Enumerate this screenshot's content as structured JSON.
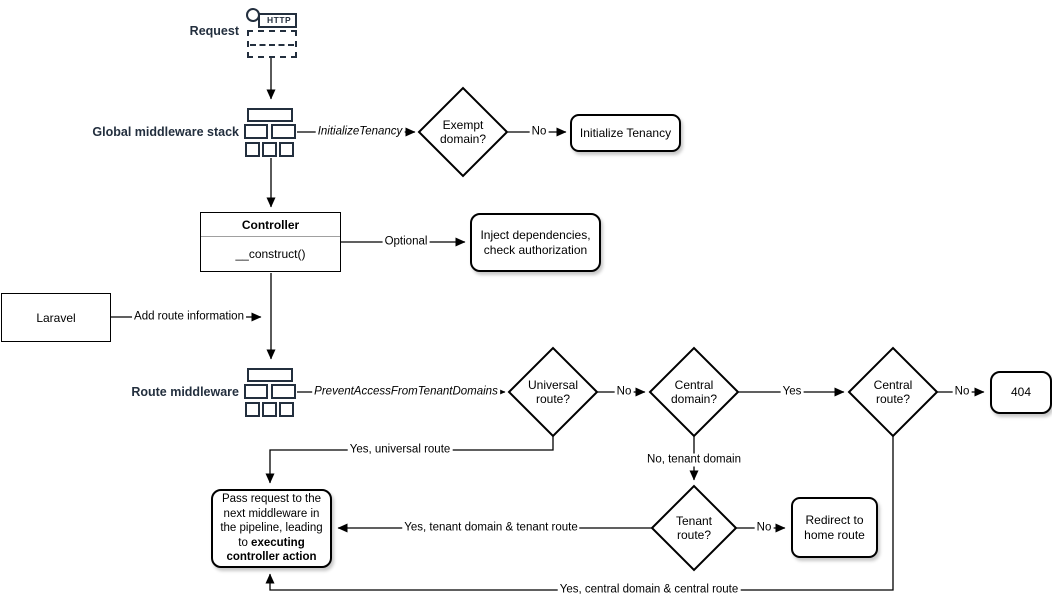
{
  "colors": {
    "icon_navy": "#232F3E",
    "shape_stroke": "#000000",
    "canvas_bg": "#ffffff",
    "uml_divider_gray": "#a0a0a0"
  },
  "lanes": {
    "request_label": "Request",
    "global_middleware_label": "Global middleware stack",
    "route_middleware_label": "Route middleware"
  },
  "icons": {
    "http_request_icon": "http-request-icon",
    "http_label": "HTTP",
    "middleware_stack_icon": "middleware-stack-icon"
  },
  "nodes": {
    "controller": {
      "title": "Controller",
      "method": "__construct()"
    },
    "laravel": "Laravel",
    "exempt_domain": "Exempt domain?",
    "initialize_tenancy": "Initialize Tenancy",
    "inject_dependencies": "Inject dependencies, check authorization",
    "universal_route": "Universal route?",
    "central_domain": "Central domain?",
    "central_route": "Central route?",
    "not_found": "404",
    "tenant_route": "Tenant route?",
    "redirect_home": "Redirect to home route",
    "pass_request": {
      "normal": "Pass request to the next middleware in the pipeline, leading to ",
      "bold": "executing controller action"
    }
  },
  "edge_labels": {
    "initialize_tenancy_mw": "InitializeTenancy",
    "no_exempt": "No",
    "optional": "Optional",
    "add_route_info": "Add route information",
    "prevent_access_mw": "PreventAccessFromTenantDomains",
    "no_universal": "No",
    "yes_central_domain": "Yes",
    "no_central_route": "No",
    "yes_universal": "Yes, universal route",
    "no_tenant_domain": "No, tenant domain",
    "yes_tenant": "Yes, tenant domain & tenant route",
    "no_tenant_route": "No",
    "yes_central": "Yes, central domain & central route"
  }
}
